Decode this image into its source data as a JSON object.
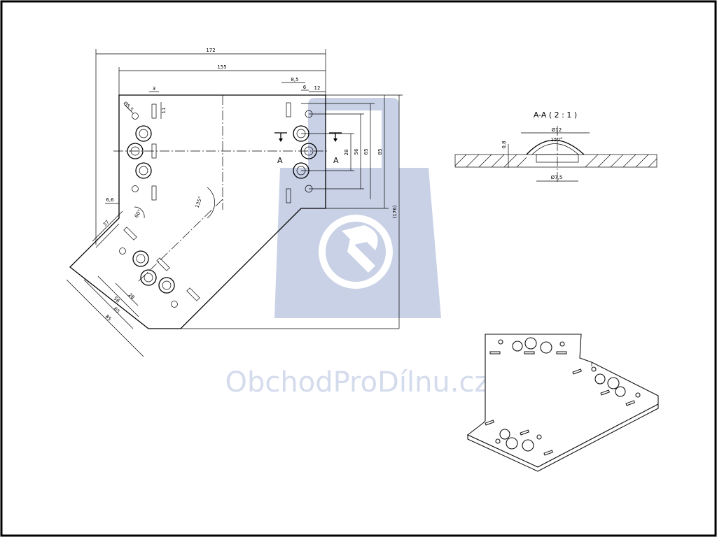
{
  "watermark": {
    "text": "ObchodProDílnu.cz",
    "color": "#c9d1e6"
  },
  "main_view": {
    "dims": {
      "total_width": "172",
      "inner_width": "155",
      "slot_width": "3",
      "slot_length": "11",
      "small_hole": "Ø5,5",
      "hole_offset_a": "8,5",
      "hole_offset_b": "6",
      "edge_offset": "12",
      "spacing_28": "28",
      "spacing_56": "56",
      "spacing_65": "65",
      "spacing_85": "85",
      "total_height": "(176)",
      "left_offset": "6,6",
      "bevel_angle": "60°",
      "main_angle": "135°",
      "diag_37": "37",
      "diag_28": "28",
      "diag_56": "56",
      "diag_65": "65",
      "diag_85": "85"
    },
    "section_marks": [
      "A",
      "A"
    ]
  },
  "section_view": {
    "title": "A-A ( 2 : 1 )",
    "outer_diameter": "Ø12",
    "angle": "150°",
    "thickness": "0,8",
    "inner_diameter": "Ø7,5"
  }
}
